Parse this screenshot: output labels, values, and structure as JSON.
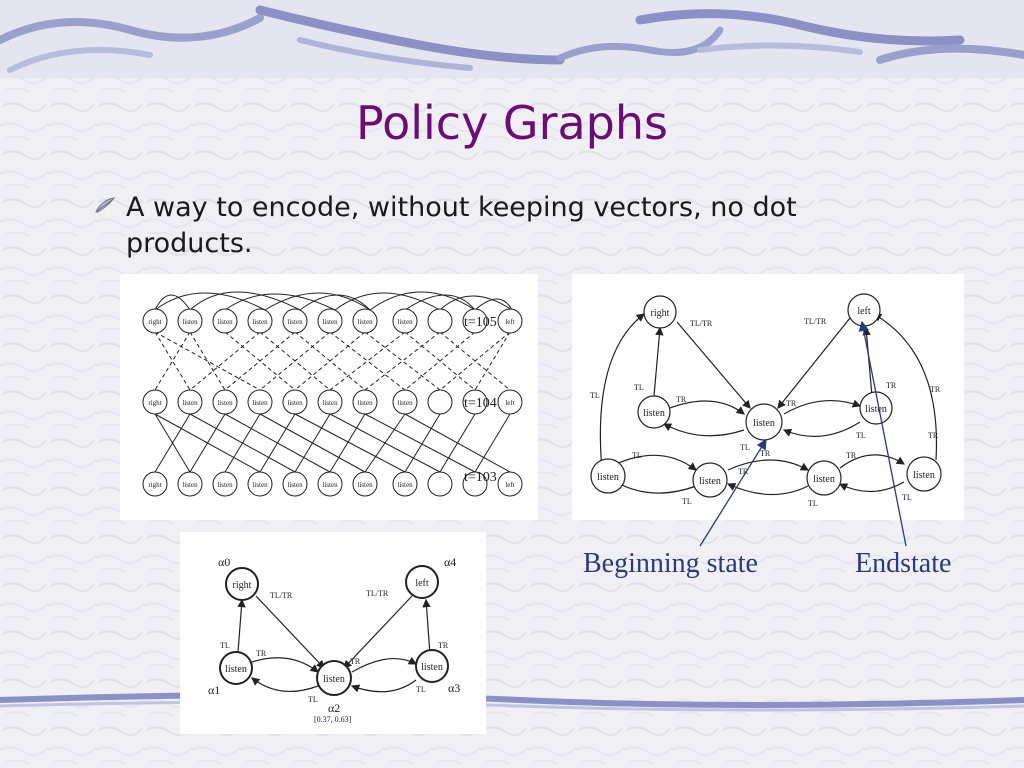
{
  "slide": {
    "title": "Policy Graphs",
    "bullet": "A way to encode, without keeping vectors, no dot products."
  },
  "trellis": {
    "row_labels": [
      "t=105",
      "t=104",
      "t=103"
    ],
    "nodes": [
      "right",
      "listen",
      "listen",
      "listen",
      "listen",
      "listen",
      "listen",
      "listen",
      "left"
    ]
  },
  "graph_right": {
    "nodes": [
      "right",
      "left",
      "listen",
      "listen",
      "listen",
      "listen",
      "listen",
      "listen",
      "listen"
    ],
    "edges": [
      "TL/TR",
      "TL/TR",
      "TL",
      "TR",
      "TR",
      "TL",
      "TR",
      "TL",
      "TR",
      "TL",
      "TL",
      "TR",
      "TR",
      "TL",
      "TR",
      "TL",
      "TL",
      "TR"
    ]
  },
  "graph_bottom": {
    "nodes": [
      "right",
      "left",
      "listen",
      "listen",
      "listen"
    ],
    "alphas": [
      "α0",
      "α4",
      "α1",
      "α2",
      "α3"
    ],
    "edges": [
      "TL/TR",
      "TL/TR",
      "TL",
      "TR",
      "TR",
      "TL",
      "TR",
      "TL"
    ],
    "vector": "[0.37, 0.63]"
  },
  "callouts": {
    "beginning": "Beginning state",
    "end": "Endstate"
  },
  "colors": {
    "title": "#6a0d74",
    "callout": "#2b3a7a",
    "swoosh": "#8b91c4"
  }
}
